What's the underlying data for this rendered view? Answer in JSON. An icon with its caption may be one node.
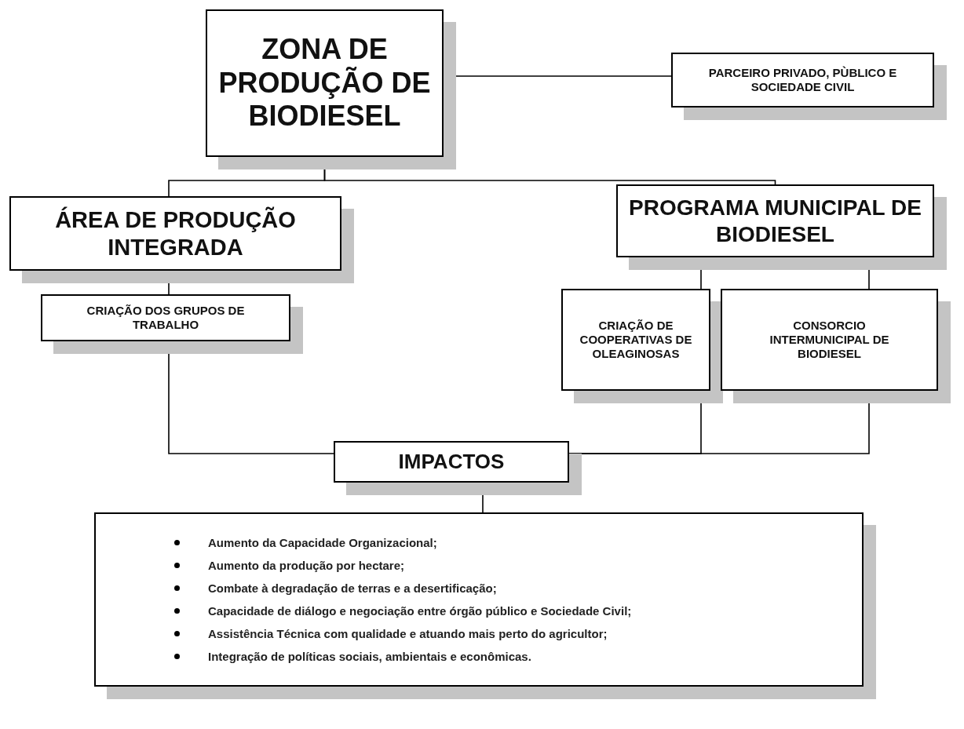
{
  "diagram": {
    "nodes": [
      {
        "text": [
          "ZONA DE PRODUÇÃO DE BIODIESEL"
        ]
      },
      {
        "text": [
          "PARCEIRO PRIVADO, PÙBLICO E SOCIEDADE CIVIL"
        ]
      },
      {
        "text": [
          "ÁREA DE PRODUÇÃO INTEGRADA"
        ]
      },
      {
        "text": [
          "PROGRAMA MUNICIPAL DE BIODIESEL"
        ]
      },
      {
        "text": [
          "CRIAÇÃO DOS GRUPOS DE TRABALHO"
        ]
      },
      {
        "text": [
          "CRIAÇÃO DE COOPERATIVAS DE OLEAGINOSAS"
        ]
      },
      {
        "text": [
          "CONSORCIO INTERMUNICIPAL DE BIODIESEL"
        ]
      },
      {
        "text": [
          "IMPACTOS"
        ]
      },
      {
        "text": [
          "Aumento da Capacidade Organizacional;",
          "Aumento da produção por hectare;",
          "Combate à degradação de terras e a desertificação;",
          "Capacidade de diálogo e negociação entre órgão público e Sociedade Civil;",
          "Assistência Técnica com qualidade e atuando mais perto do agricultor;",
          "Integração de políticas sociais, ambientais e econômicas."
        ]
      }
    ],
    "edges": [
      {
        "from": 0,
        "to": 1,
        "arrow": "none"
      },
      {
        "from": 0,
        "to": 2,
        "arrow": "none"
      },
      {
        "from": 0,
        "to": 3,
        "arrow": "none"
      },
      {
        "from": 2,
        "to": 4,
        "arrow": "none"
      },
      {
        "from": 3,
        "to": 5,
        "arrow": "none"
      },
      {
        "from": 3,
        "to": 6,
        "arrow": "none"
      },
      {
        "from": 4,
        "to": 7,
        "arrow": "none"
      },
      {
        "from": 5,
        "to": 7,
        "arrow": "none"
      },
      {
        "from": 6,
        "to": 7,
        "arrow": "none"
      },
      {
        "from": 7,
        "to": 8,
        "arrow": "none"
      }
    ]
  }
}
